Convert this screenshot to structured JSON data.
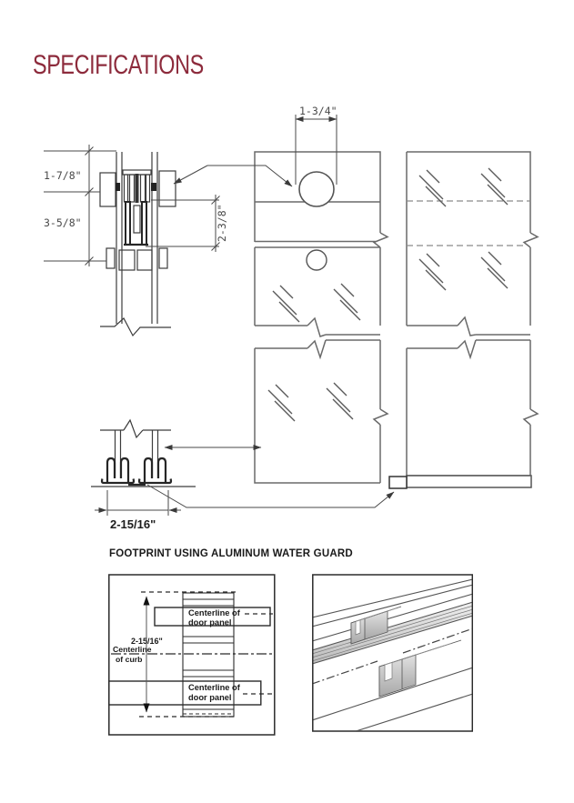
{
  "page": {
    "title": "SPECIFICATIONS"
  },
  "colors": {
    "title": "#8D2B3C",
    "line_dark": "#262626",
    "line_mid": "#555555",
    "dim_text": "#4a4a4a"
  },
  "drawing": {
    "dim_hole_spacing": "1-3/4\"",
    "dim_track_height": "1-7/8\"",
    "dim_assembly_height": "3-5/8\"",
    "dim_glass_drop": "2-3/8\"",
    "dim_curb_width": "2-15/16\""
  },
  "footprint": {
    "heading": "FOOTPRINT USING ALUMINUM WATER GUARD",
    "dim_curb_width": "2-15/16\"",
    "centerline_curb_1": "Centerline",
    "centerline_curb_2": "of curb",
    "centerline_panel_1": "Centerline of",
    "centerline_panel_2": "door panel"
  }
}
